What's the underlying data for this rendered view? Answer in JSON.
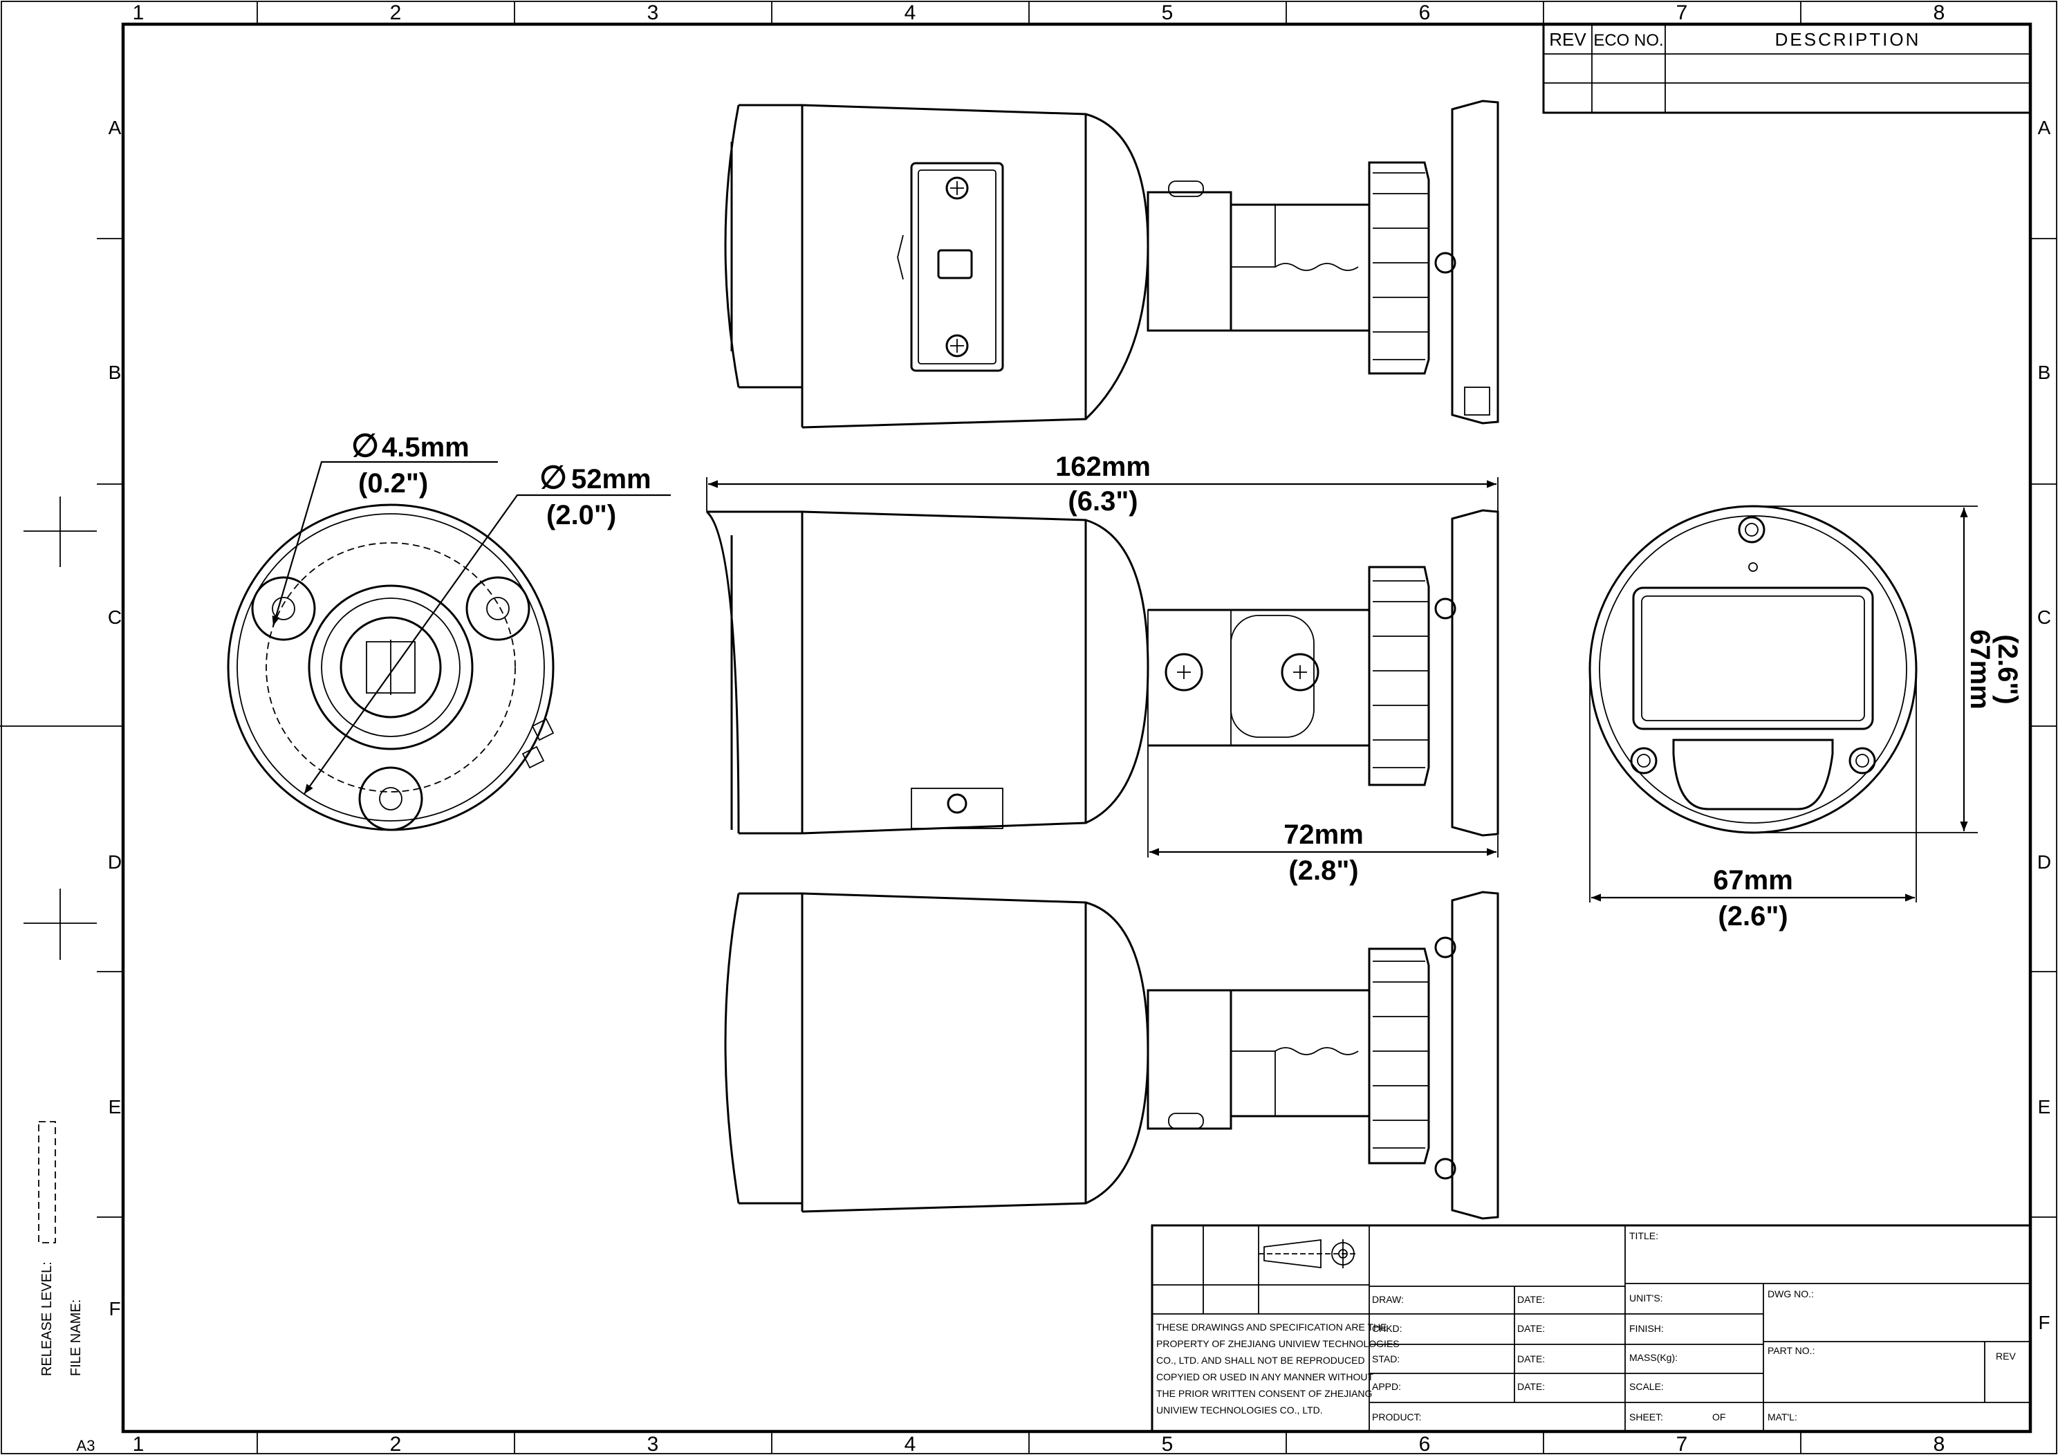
{
  "border": {
    "columns": [
      "1",
      "2",
      "3",
      "4",
      "5",
      "6",
      "7",
      "8"
    ],
    "rows": [
      "A",
      "B",
      "C",
      "D",
      "E",
      "F"
    ],
    "sheet_size": "A3"
  },
  "side_labels": {
    "release_level": "RELEASE LEVEL:",
    "file_name": "FILE NAME:"
  },
  "revision_table": {
    "headers": [
      "REV",
      "ECO NO.",
      "DESCRIPTION"
    ]
  },
  "dimensions": {
    "hole": {
      "mm": "4.5mm",
      "inch": "(0.2\")",
      "symbol": "∅"
    },
    "base": {
      "mm": "52mm",
      "inch": "(2.0\")",
      "symbol": "∅"
    },
    "length": {
      "mm": "162mm",
      "inch": "(6.3\")"
    },
    "bracket": {
      "mm": "72mm",
      "inch": "(2.8\")"
    },
    "height": {
      "mm": "67mm",
      "inch": "(2.6\")"
    },
    "width": {
      "mm": "67mm",
      "inch": "(2.6\")"
    }
  },
  "title_block": {
    "notice": [
      "THESE DRAWINGS AND SPECIFICATION ARE THE",
      "PROPERTY OF ZHEJIANG UNIVIEW TECHNOLOGIES",
      "CO., LTD. AND SHALL NOT BE REPRODUCED",
      "COPYIED OR USED IN ANY MANNER WITHOUT",
      "THE PRIOR WRITTEN CONSENT OF ZHEJIANG",
      "UNIVIEW TECHNOLOGIES CO., LTD."
    ],
    "draw": "DRAW:",
    "chkd": "CHKD:",
    "stad": "STAD:",
    "appd": "APPD:",
    "date": "DATE:",
    "title": "TITLE:",
    "units": "UNIT'S:",
    "finish": "FINISH:",
    "mass": "MASS(Kg):",
    "scale": "SCALE:",
    "sheet": "SHEET:",
    "of": "OF",
    "dwg_no": "DWG NO.:",
    "part_no": "PART NO.:",
    "rev": "REV",
    "product": "PRODUCT:",
    "matl": "MAT'L:"
  }
}
